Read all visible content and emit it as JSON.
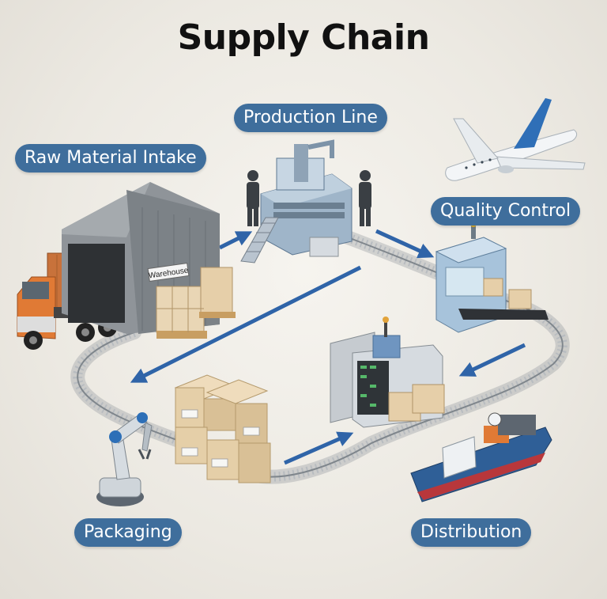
{
  "title": "Supply Chain",
  "stages": {
    "raw_material": "Raw Material Intake",
    "production": "Production Line",
    "quality": "Quality Control",
    "packaging": "Packaging",
    "distribution": "Distribution"
  },
  "warehouse_sign": "Warehouse",
  "colors": {
    "label_bg": "#3f6e9c",
    "arrow": "#2f64a8",
    "track": "#a9aeb3"
  }
}
